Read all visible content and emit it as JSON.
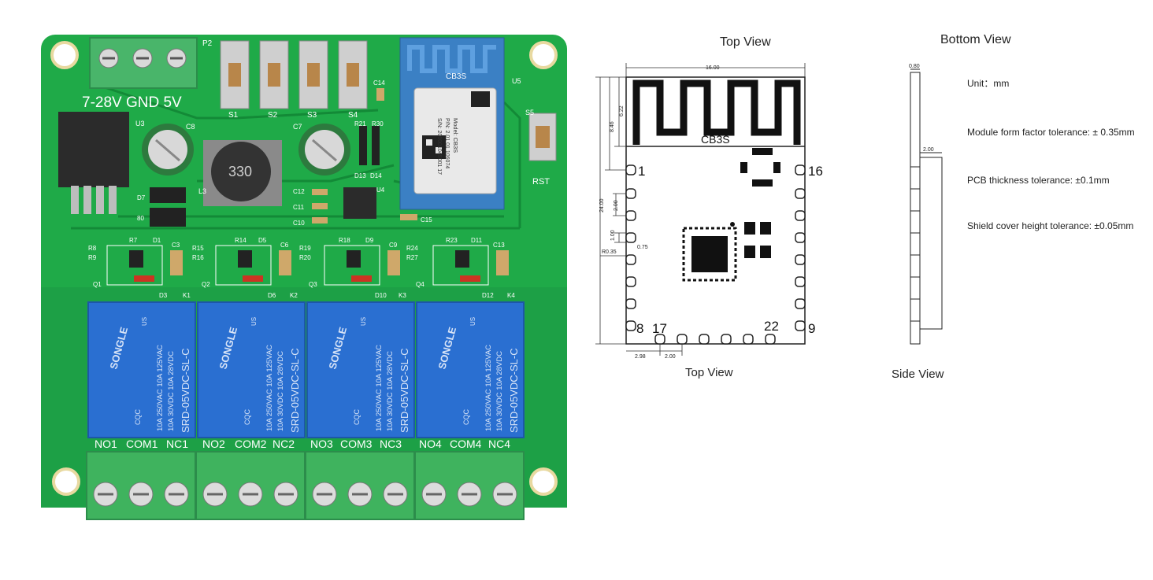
{
  "board": {
    "power_label": "7-28V GND 5V",
    "connector_label": "P2",
    "buttons": [
      "S1",
      "S2",
      "S3",
      "S4"
    ],
    "reset_button": "S5",
    "reset_label": "RST",
    "module_name": "CB3S",
    "module_ref": "U5",
    "module_model": "Model: CB3S",
    "module_pn": "P/N: 2.01.01.106074",
    "module_sn": "S/N: 200001045001 17",
    "inductor_value": "330",
    "regulator_ref": "U3",
    "caps": {
      "c8": "C8",
      "c7": "C7",
      "c14": "C14",
      "c12": "C12",
      "c11": "C11",
      "c10": "C10",
      "c15": "C15",
      "u4": "U4",
      "l3": "L3",
      "d7": "D7",
      "r21": "R21",
      "r30": "R30",
      "d13": "D13",
      "d14": "D14",
      "b0": "80"
    },
    "channels": [
      {
        "r_a": "R7",
        "r_b": "R8",
        "r_c": "R9",
        "diode": "D1",
        "cap": "C3",
        "q": "Q1",
        "d_led": "D3",
        "relay_ref": "K1",
        "terminals": [
          "NO1",
          "COM1",
          "NC1"
        ]
      },
      {
        "r_a": "R14",
        "r_b": "R15",
        "r_c": "R16",
        "diode": "D5",
        "cap": "C6",
        "q": "Q2",
        "d_led": "D6",
        "relay_ref": "K2",
        "terminals": [
          "NO2",
          "COM2",
          "NC2"
        ]
      },
      {
        "r_a": "R18",
        "r_b": "R19",
        "r_c": "R20",
        "diode": "D9",
        "cap": "C9",
        "q": "Q3",
        "d_led": "D10",
        "relay_ref": "K3",
        "terminals": [
          "NO3",
          "COM3",
          "NC3"
        ]
      },
      {
        "r_a": "R23",
        "r_b": "R24",
        "r_c": "R27",
        "diode": "D11",
        "cap": "C13",
        "q": "Q4",
        "d_led": "D12",
        "relay_ref": "K4",
        "terminals": [
          "NO4",
          "COM4",
          "NC4"
        ]
      }
    ],
    "relay": {
      "brand": "SONGLE",
      "ratings": [
        "10A 250VAC  10A 125VAC",
        "10A 30VDC  10A 28VDC"
      ],
      "model": "SRD-05VDC-SL-C",
      "cert": "CQC",
      "ul": "US"
    },
    "colors": {
      "pcb": "#1faa48",
      "pcb_dark": "#158a38",
      "relay": "#2a6fd1",
      "terminal": "#3fb35e",
      "module": "#3b80c4"
    }
  },
  "drawing": {
    "top_view_title": "Top View",
    "bottom_view_title": "Bottom View",
    "top_view_caption": "Top View",
    "side_view_caption": "Side View",
    "module_label": "CB3S",
    "dims": {
      "width": "16.00",
      "antenna_h": "6.22",
      "antenna_total": "8.46",
      "height": "24.00",
      "pitch": "2.00",
      "pad_w": "1.00",
      "pad_gap": "0.75",
      "radius": "R0.35",
      "bottom_offset": "2.98",
      "bottom_pitch": "2.00",
      "thickness": "0.80",
      "shield": "2.00"
    },
    "pins": {
      "p1": "1",
      "p16": "16",
      "p8": "8",
      "p17": "17",
      "p22": "22",
      "p9": "9"
    },
    "notes": [
      "Unit：mm",
      "Module form factor tolerance: ± 0.35mm",
      "PCB thickness tolerance: ±0.1mm",
      "Shield cover height tolerance: ±0.05mm"
    ]
  }
}
